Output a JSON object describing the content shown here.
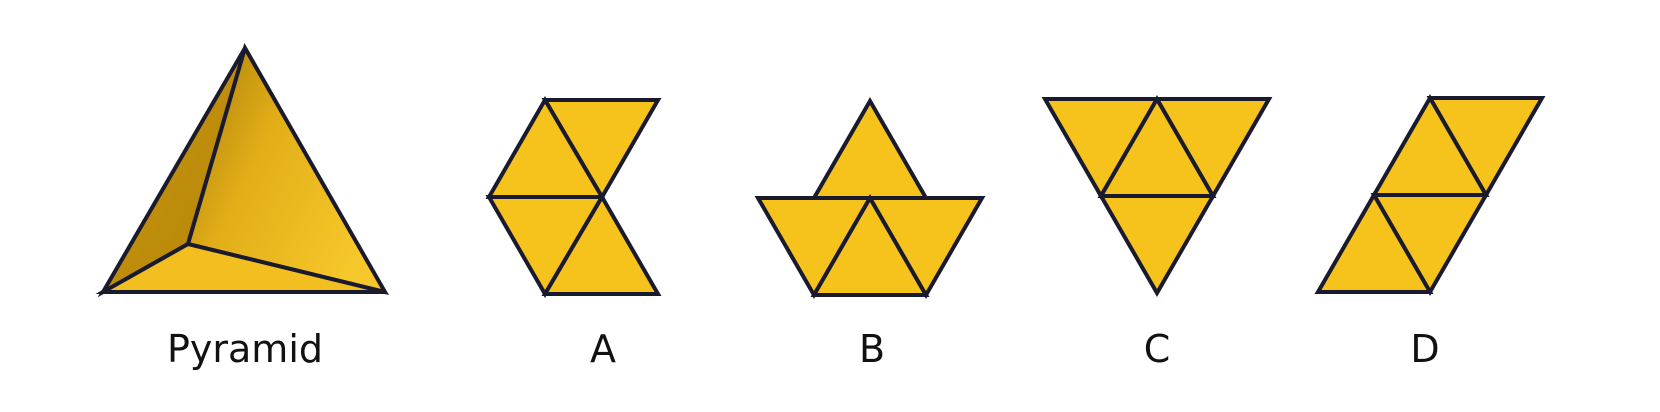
{
  "colors": {
    "face_fill": "#F5C31C",
    "outline": "#1A1A2E",
    "pyramid_light": "#F7C727",
    "pyramid_shadow": "#B8860B",
    "pyramid_base": "#F0B81A"
  },
  "figures": [
    {
      "id": "pyramid",
      "label": "Pyramid"
    },
    {
      "id": "net-a",
      "label": "A"
    },
    {
      "id": "net-b",
      "label": "B"
    },
    {
      "id": "net-c",
      "label": "C"
    },
    {
      "id": "net-d",
      "label": "D"
    }
  ]
}
